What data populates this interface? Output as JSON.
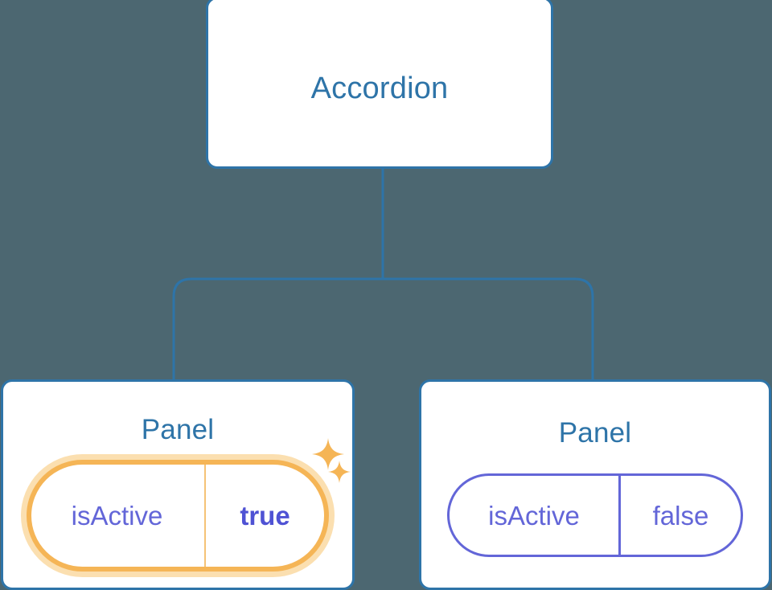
{
  "canvas": {
    "background_color": "#4c6771"
  },
  "theme": {
    "card_border_color": "#2e74a8",
    "card_background": "#ffffff",
    "title_color": "#2e74a8",
    "connector_color": "#2e74a8",
    "prop_text_color": "#6366d8",
    "highlight_border_color": "#f5b556",
    "highlight_glow_color": "#fbdfb0",
    "highlight_value_color": "#4f52d4",
    "sparkle_color": "#f5b556"
  },
  "tree": {
    "root": {
      "title": "Accordion"
    },
    "children": [
      {
        "title": "Panel",
        "highlighted": true,
        "prop": {
          "key": "isActive",
          "value": "true"
        },
        "sparkles": [
          {
            "name": "sparkle-large"
          },
          {
            "name": "sparkle-small"
          }
        ]
      },
      {
        "title": "Panel",
        "highlighted": false,
        "prop": {
          "key": "isActive",
          "value": "false"
        }
      }
    ]
  }
}
